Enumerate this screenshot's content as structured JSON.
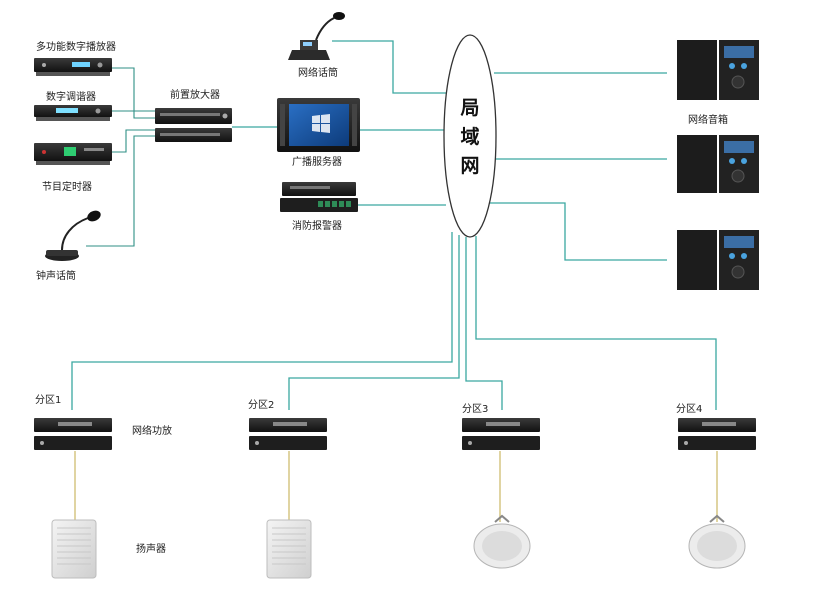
{
  "hub": {
    "chars": [
      "局",
      "域",
      "网"
    ]
  },
  "labels": {
    "multi_player": "多功能数字播放器",
    "tuner": "数字调谐器",
    "timer": "节目定时器",
    "bell_mic": "钟声话筒",
    "preamp": "前置放大器",
    "net_mic": "网络话筒",
    "server": "广播服务器",
    "fire_alarm": "消防报警器",
    "net_speaker": "网络音箱",
    "net_amp": "网络功放",
    "loudspeaker": "扬声器"
  },
  "zones": [
    "分区1",
    "分区2",
    "分区3",
    "分区4"
  ]
}
